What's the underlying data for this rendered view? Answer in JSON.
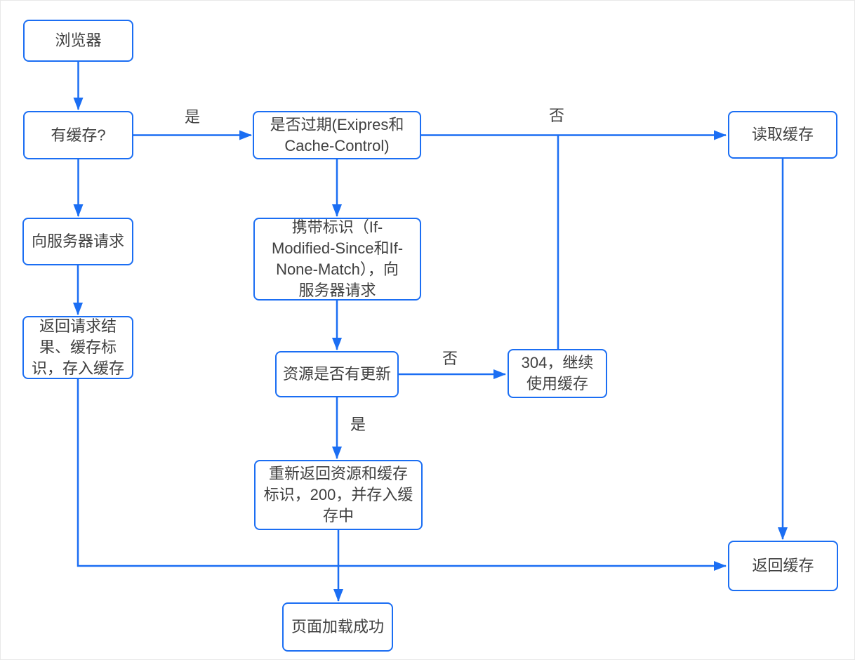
{
  "diagram_type": "flowchart",
  "colors": {
    "line": "#1b6ef3",
    "node_border": "#1b6ef3",
    "node_fill": "#ffffff",
    "text": "#404040",
    "background": "#ffffff"
  },
  "nodes": {
    "browser": {
      "label": "浏览器"
    },
    "has_cache": {
      "label": "有缓存?"
    },
    "request_server": {
      "label": "向服务器请求"
    },
    "return_result": {
      "label": "返回请求结\n果、缓存标\n识，存入缓存"
    },
    "expired": {
      "label": "是否过期(Exipres和\nCache-Control)"
    },
    "carry_id": {
      "label": "携带标识（If-\nModified-Since和If-\nNone-Match），向\n服务器请求"
    },
    "resource_updated": {
      "label": "资源是否有更新"
    },
    "use_304": {
      "label": "304，继续\n使用缓存"
    },
    "re_return": {
      "label": "重新返回资源和缓存\n标识，200，并存入缓\n存中"
    },
    "read_cache": {
      "label": "读取缓存"
    },
    "return_cache": {
      "label": "返回缓存"
    },
    "page_loaded": {
      "label": "页面加载成功"
    }
  },
  "edges": [
    {
      "from": "browser",
      "to": "has_cache",
      "label": ""
    },
    {
      "from": "has_cache",
      "to": "expired",
      "label": "是"
    },
    {
      "from": "has_cache",
      "to": "request_server",
      "label": ""
    },
    {
      "from": "request_server",
      "to": "return_result",
      "label": ""
    },
    {
      "from": "expired",
      "to": "read_cache",
      "label": "否"
    },
    {
      "from": "use_304",
      "to": "read_cache",
      "label": ""
    },
    {
      "from": "expired",
      "to": "carry_id",
      "label": ""
    },
    {
      "from": "carry_id",
      "to": "resource_updated",
      "label": ""
    },
    {
      "from": "resource_updated",
      "to": "use_304",
      "label": "否"
    },
    {
      "from": "resource_updated",
      "to": "re_return",
      "label": "是"
    },
    {
      "from": "re_return",
      "to": "page_loaded",
      "label": ""
    },
    {
      "from": "return_result",
      "to": "return_cache",
      "label": ""
    },
    {
      "from": "read_cache",
      "to": "return_cache",
      "label": ""
    }
  ]
}
